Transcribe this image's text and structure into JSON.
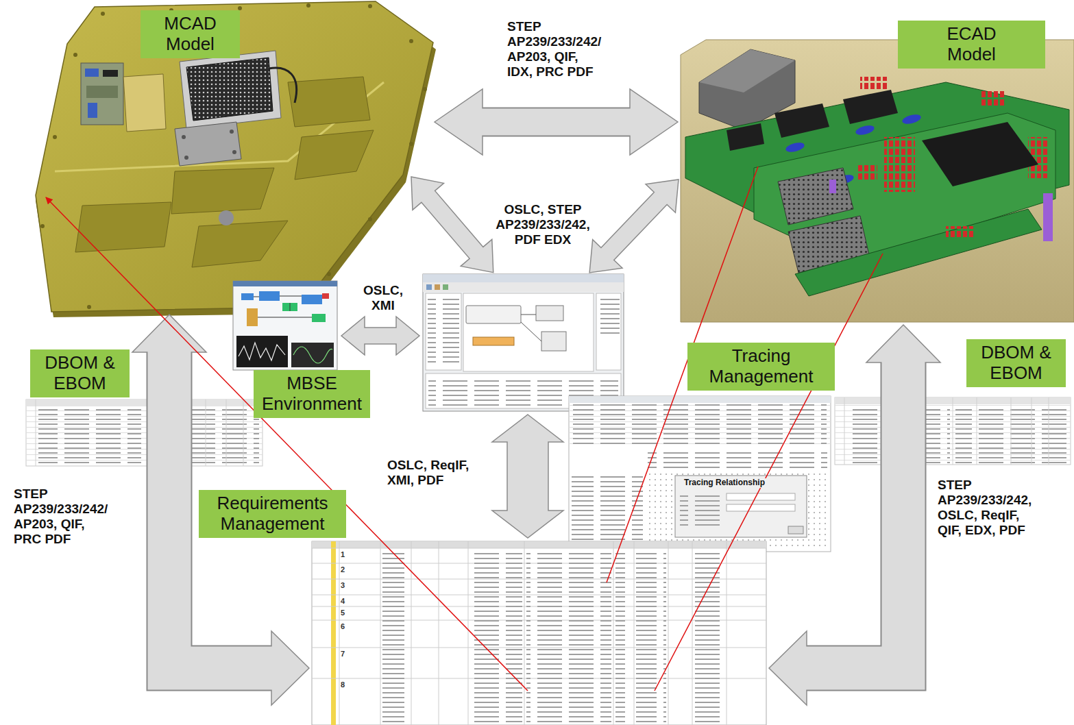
{
  "diagram": {
    "nodes": [
      {
        "text": [
          "MCAD Model"
        ]
      },
      {
        "text": [
          "ECAD Model"
        ]
      },
      {
        "text": [
          "MBSE Environment"
        ]
      },
      {
        "text": [
          "DBOM & EBOM"
        ]
      },
      {
        "text": [
          "Tracing Management"
        ]
      },
      {
        "text": [
          "DBOM & EBOM"
        ]
      },
      {
        "text": [
          "Requirements Management"
        ]
      }
    ],
    "edges": [
      {
        "from": 0,
        "to": 1,
        "arrow": "both",
        "label": "STEP AP239/233/242/ AP203, QIF, IDX, PRC PDF"
      },
      {
        "from": 0,
        "to": 6,
        "arrow": "both",
        "label": "STEP AP239/233/242/ AP203, QIF, PRC PDF"
      },
      {
        "from": 1,
        "to": 6,
        "arrow": "both",
        "label": "STEP AP239/233/242, OSLC, ReqIF, QIF, EDX, PDF"
      }
    ],
    "labels": [
      "OSLC, STEP AP239/233/242, PDF EDX",
      "OSLC, XMI",
      "OSLC, ReqIF, XMI, PDF",
      "Tracing Relationship",
      "1",
      "2",
      "3",
      "4",
      "5",
      "6",
      "7",
      "8"
    ]
  }
}
